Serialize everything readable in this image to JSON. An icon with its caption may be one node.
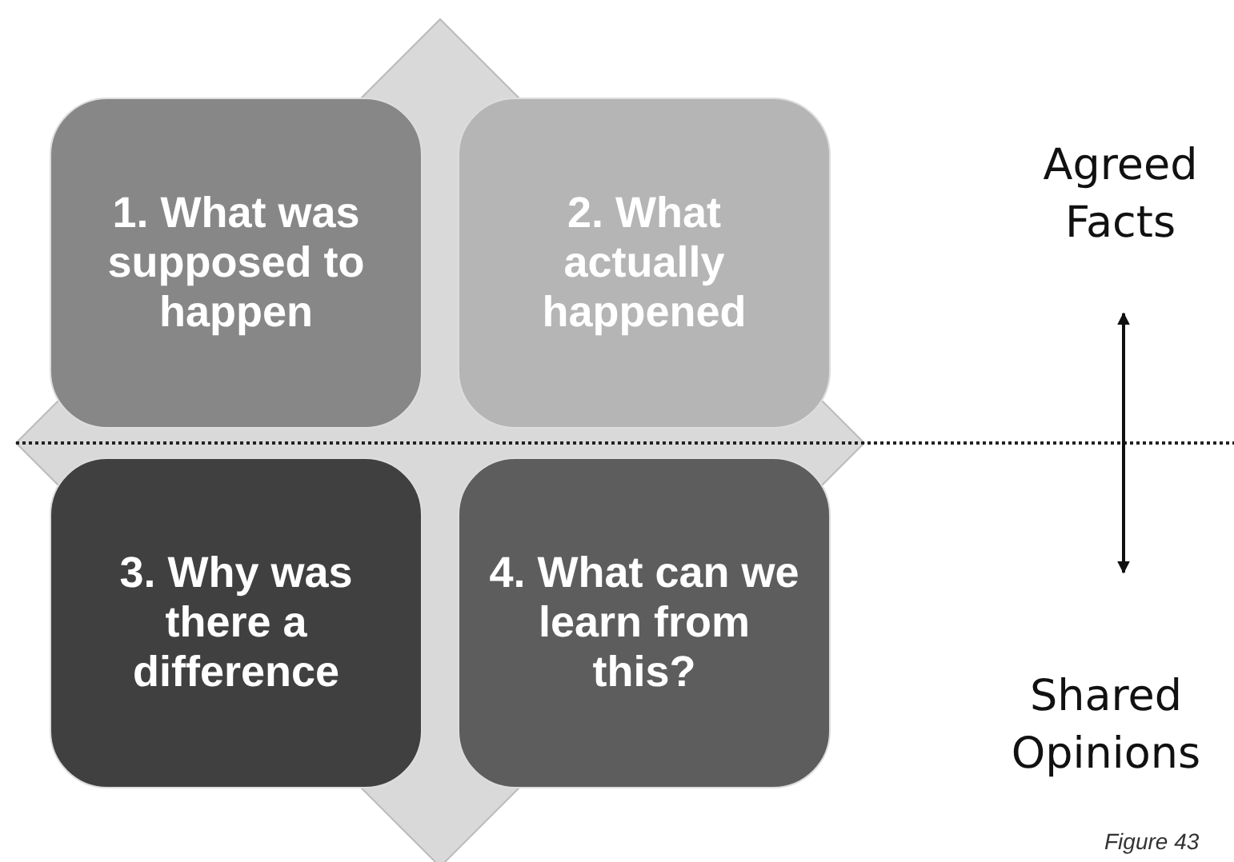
{
  "diagram": {
    "nodes": [
      {
        "text": [
          "1. What was supposed to happen"
        ]
      },
      {
        "text": [
          "2. What actually happened"
        ]
      },
      {
        "text": [
          "3. Why was there a difference"
        ]
      },
      {
        "text": [
          "4. What can we learn from this?"
        ]
      },
      {
        "text": [
          "Agreed Facts"
        ]
      },
      {
        "text": [
          "Shared Opinions"
        ]
      }
    ],
    "edges": [
      {
        "from": 4,
        "to": 5,
        "arrow": "both"
      }
    ],
    "labels": [
      "Figure 43"
    ]
  }
}
